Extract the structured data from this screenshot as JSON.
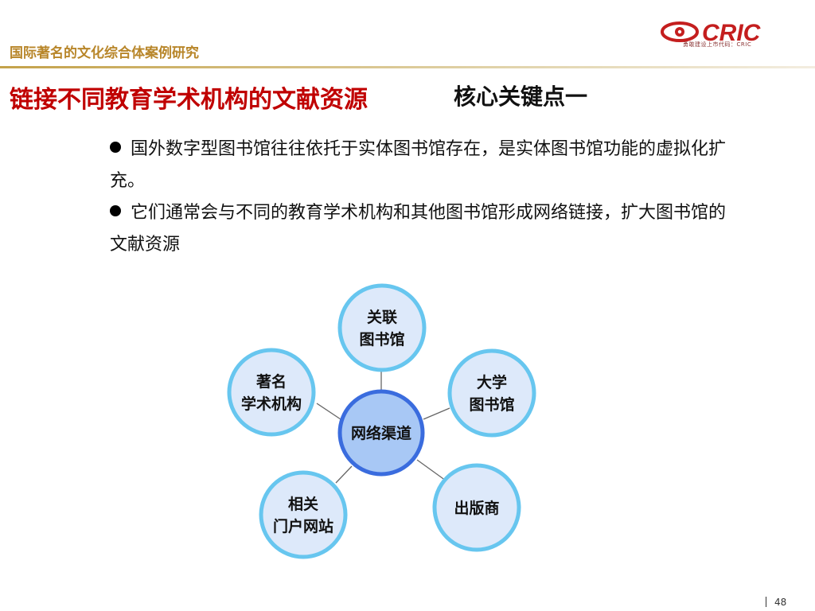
{
  "header": {
    "section_title": "国际著名的文化综合体案例研究",
    "logo_text": "CRIC",
    "logo_tagline": "勇敢建设上市代码：CRIC"
  },
  "slide": {
    "title": "链接不同教育学术机构的文献资源",
    "subtitle": "核心关键点一",
    "bullets": [
      "国外数字型图书馆往往依托于实体图书馆存在，是实体图书馆功能的虚拟化扩充。",
      "它们通常会与不同的教育学术机构和其他图书馆形成网络链接，扩大图书馆的文献资源"
    ]
  },
  "diagram": {
    "center": {
      "lines": [
        "网络渠道"
      ]
    },
    "nodes": [
      {
        "id": "related-library",
        "lines": [
          "关联",
          "图书馆"
        ]
      },
      {
        "id": "university-library",
        "lines": [
          "大学",
          "图书馆"
        ]
      },
      {
        "id": "publisher",
        "lines": [
          "出版商"
        ]
      },
      {
        "id": "related-portal",
        "lines": [
          "相关",
          "门户网站"
        ]
      },
      {
        "id": "academic-institution",
        "lines": [
          "著名",
          "学术机构"
        ]
      }
    ]
  },
  "footer": {
    "page_number": "48"
  },
  "colors": {
    "header_gold": "#b8862a",
    "title_red": "#c00000",
    "node_fill": "#dde9fa",
    "node_stroke": "#67c6ef",
    "center_fill": "#a8c8f5",
    "center_stroke": "#3a6cde",
    "logo_red": "#c41e1e"
  }
}
